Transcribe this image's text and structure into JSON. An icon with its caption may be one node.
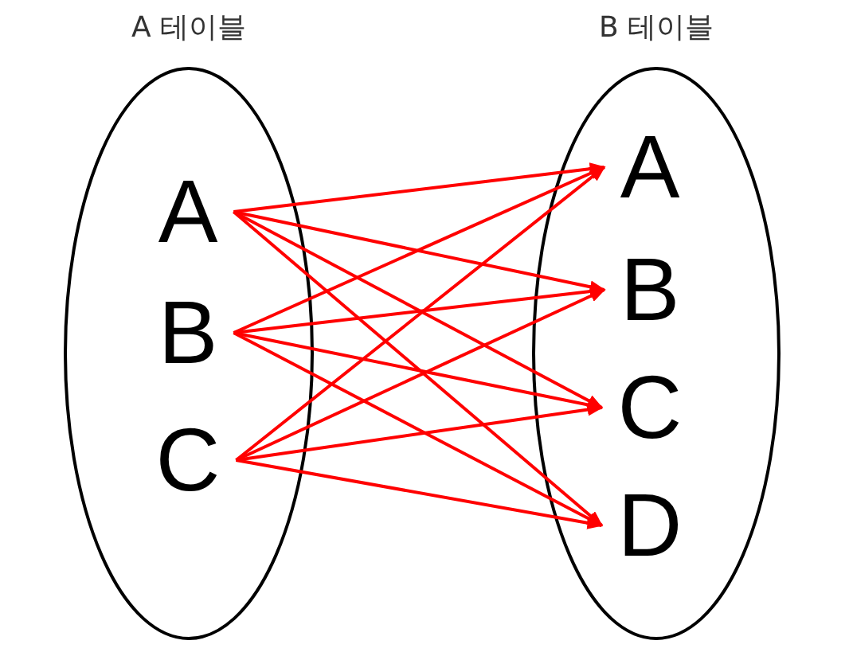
{
  "diagram": {
    "nodes": [
      {
        "text": [
          "A 테이블"
        ]
      },
      {
        "text": [
          "A"
        ],
        "in": 0
      },
      {
        "text": [
          "B"
        ],
        "in": 0
      },
      {
        "text": [
          "C"
        ],
        "in": 0
      },
      {
        "text": [
          "B 테이블"
        ]
      },
      {
        "text": [
          "A"
        ],
        "in": 4
      },
      {
        "text": [
          "B"
        ],
        "in": 4
      },
      {
        "text": [
          "C"
        ],
        "in": 4
      },
      {
        "text": [
          "D"
        ],
        "in": 4
      }
    ],
    "edges": [
      {
        "from": 1,
        "to": 5,
        "arrow": "to"
      },
      {
        "from": 1,
        "to": 6,
        "arrow": "to"
      },
      {
        "from": 1,
        "to": 7,
        "arrow": "to"
      },
      {
        "from": 1,
        "to": 8,
        "arrow": "to"
      },
      {
        "from": 2,
        "to": 5,
        "arrow": "to"
      },
      {
        "from": 2,
        "to": 6,
        "arrow": "to"
      },
      {
        "from": 2,
        "to": 7,
        "arrow": "to"
      },
      {
        "from": 2,
        "to": 8,
        "arrow": "to"
      },
      {
        "from": 3,
        "to": 5,
        "arrow": "to"
      },
      {
        "from": 3,
        "to": 6,
        "arrow": "to"
      },
      {
        "from": 3,
        "to": 7,
        "arrow": "to"
      },
      {
        "from": 3,
        "to": 8,
        "arrow": "to"
      }
    ]
  }
}
